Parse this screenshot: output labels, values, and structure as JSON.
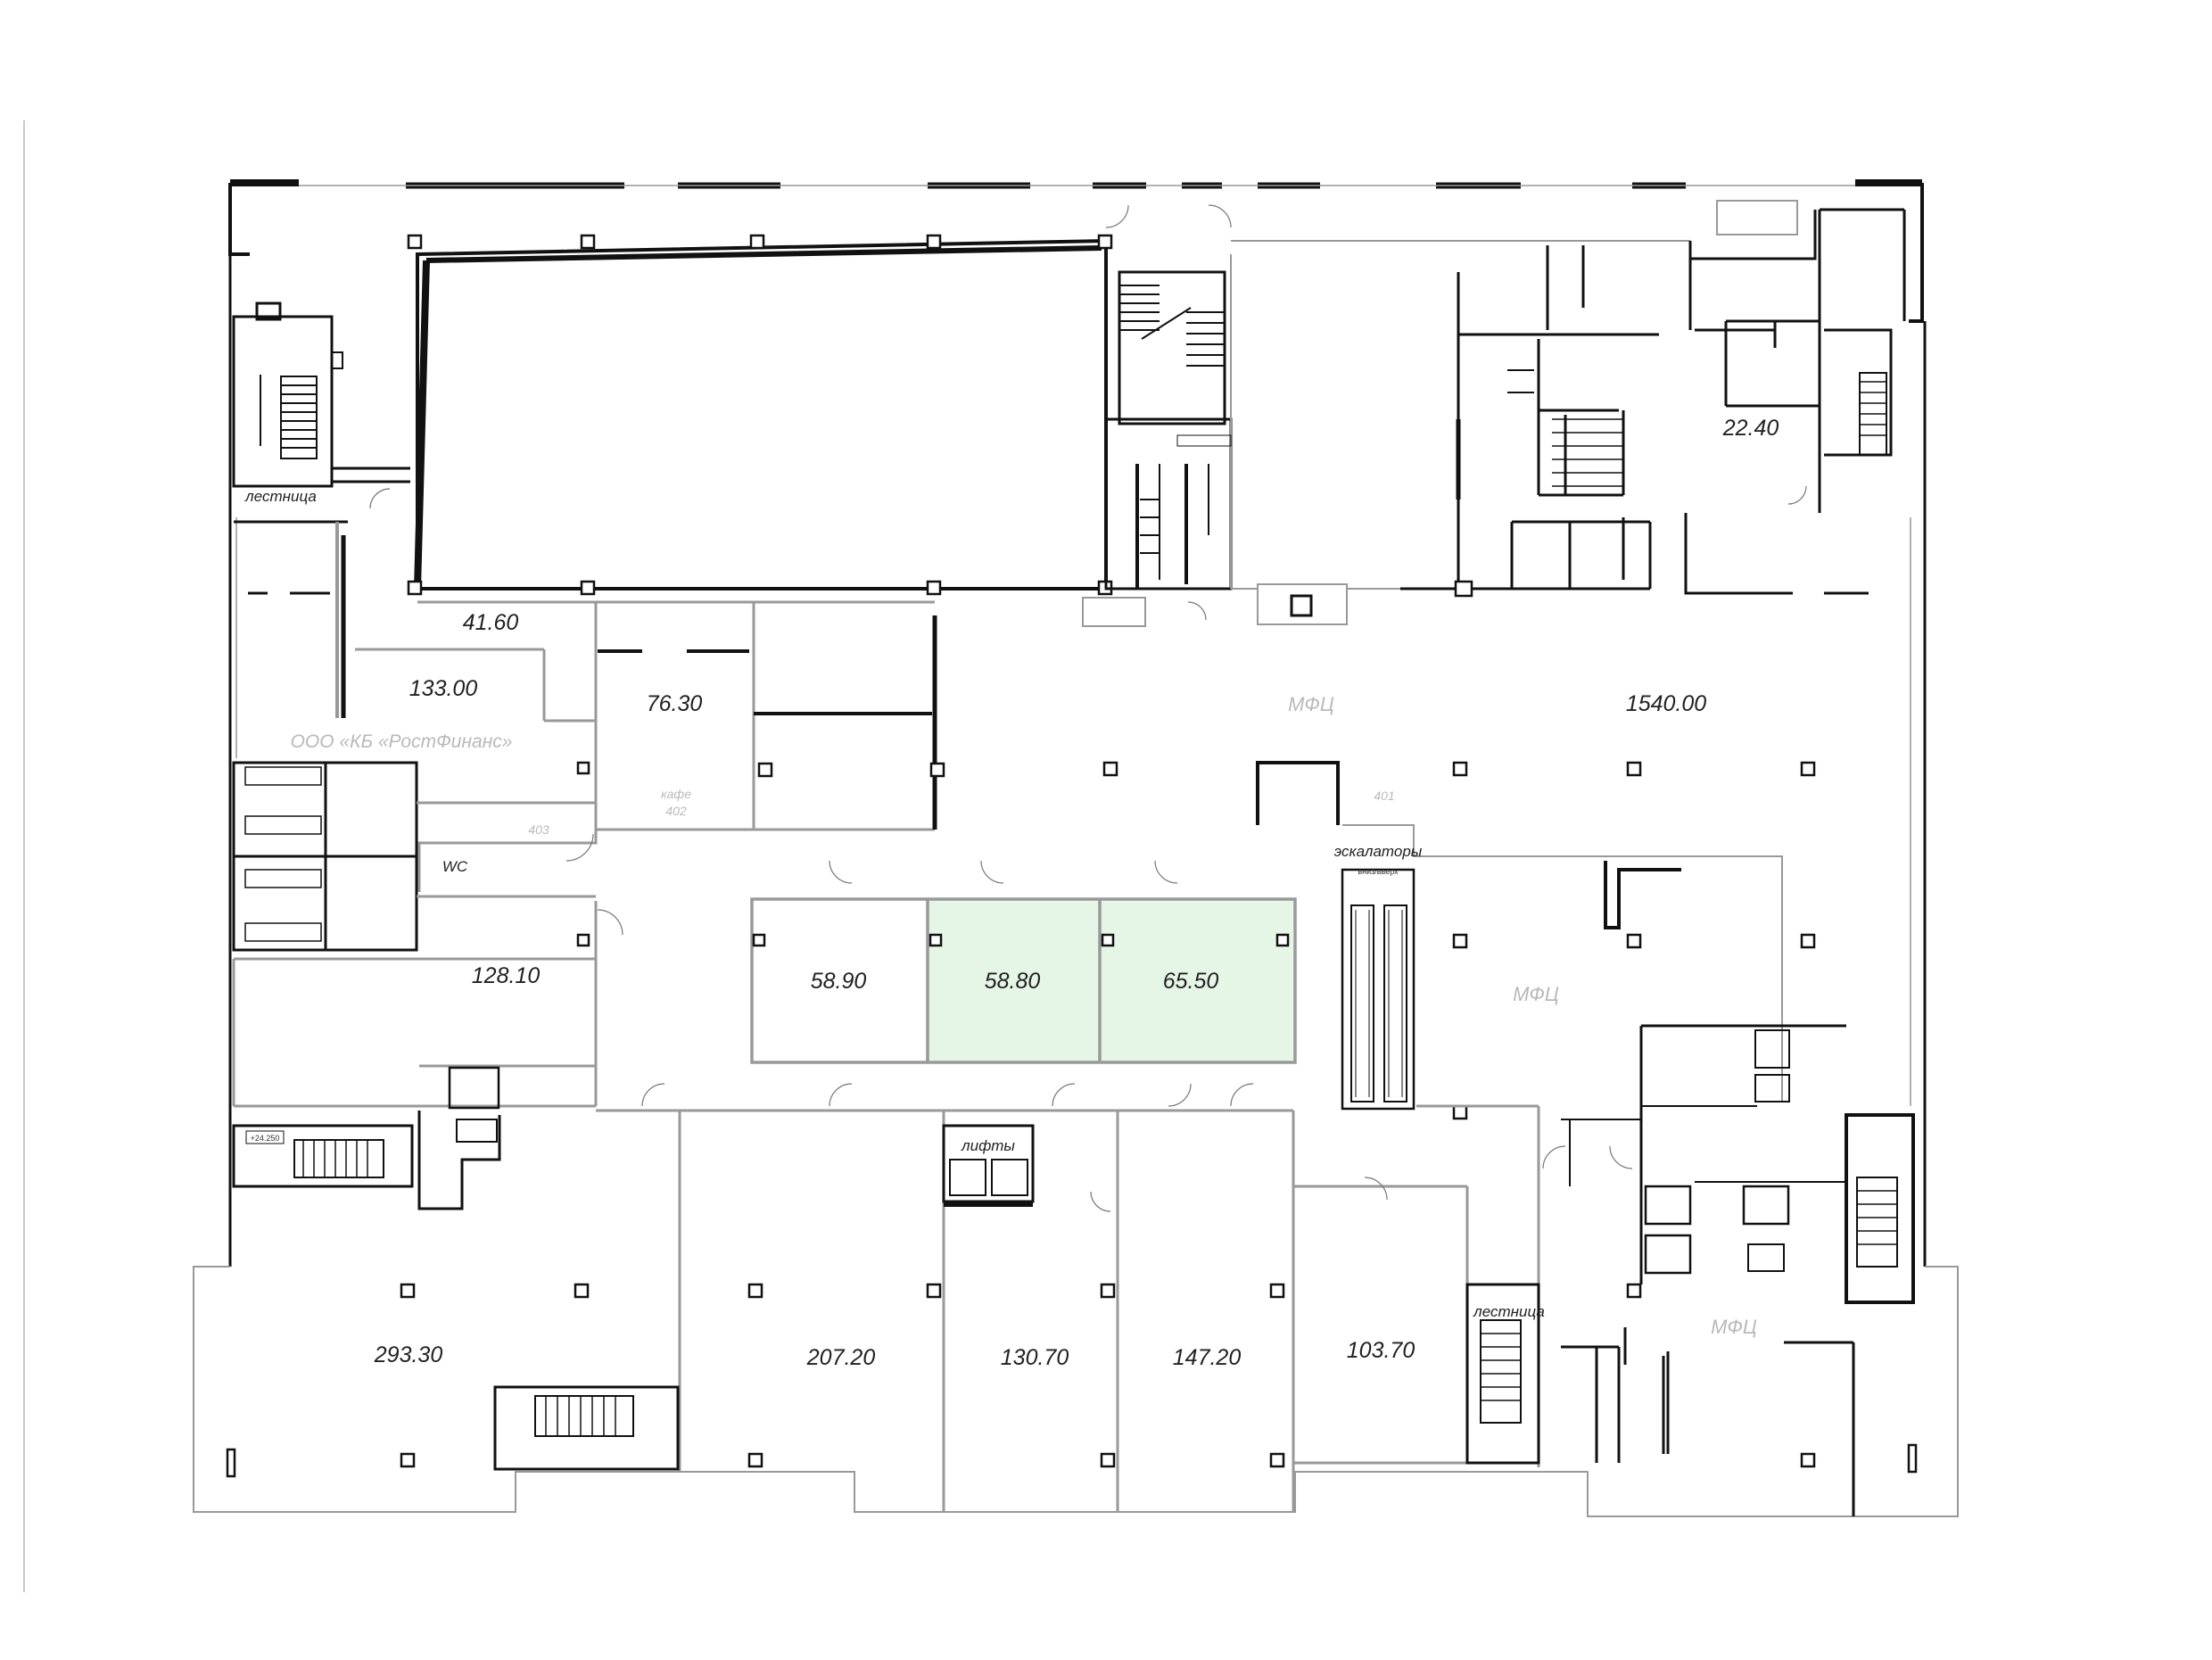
{
  "plan": {
    "highlight_color": "#e6f6e6",
    "premises": [
      {
        "id": "u41",
        "area": "41.60"
      },
      {
        "id": "u133",
        "area": "133.00"
      },
      {
        "id": "u763",
        "area": "76.30"
      },
      {
        "id": "u1540",
        "area": "1540.00"
      },
      {
        "id": "u224",
        "area": "22.40"
      },
      {
        "id": "u1281",
        "area": "128.10"
      },
      {
        "id": "u589",
        "area": "58.90"
      },
      {
        "id": "u588",
        "area": "58.80",
        "highlighted": true
      },
      {
        "id": "u655",
        "area": "65.50",
        "highlighted": true
      },
      {
        "id": "u2933",
        "area": "293.30"
      },
      {
        "id": "u2072",
        "area": "207.20"
      },
      {
        "id": "u1307",
        "area": "130.70"
      },
      {
        "id": "u1472",
        "area": "147.20"
      },
      {
        "id": "u1037",
        "area": "103.70"
      }
    ],
    "labels": {
      "stair_top_left": "лестница",
      "stair_bottom": "лестница",
      "bank": "ООО «КБ «РостФинанс»",
      "mfc_1": "МФЦ",
      "mfc_2": "МФЦ",
      "mfc_3": "МФЦ",
      "cafe": "кафе",
      "cafe_num": "402",
      "num_403": "403",
      "num_401": "401",
      "wc": "WC",
      "escalators_line1": "эскалаторы",
      "escalators_line2": "вниз/вверх",
      "lifts": "лифты",
      "level": "+24.250"
    }
  }
}
